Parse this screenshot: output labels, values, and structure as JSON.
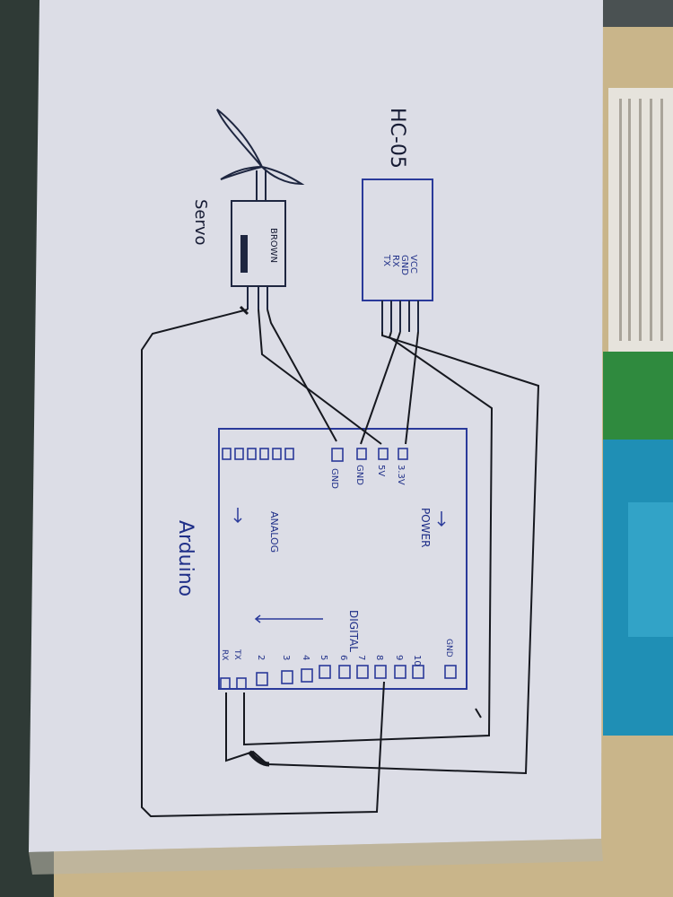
{
  "photo": {
    "subject": "hand-drawn circuit sketch on paper",
    "colors": {
      "paper": "#dcdde6",
      "pen_blue": "#2a3a9a",
      "pen_black": "#16181f",
      "table_wood": "#c9b58a",
      "green_board": "#2f8a3e",
      "blue_board": "#1f8fb5"
    }
  },
  "drawing": {
    "hc05": {
      "title": "HC-05",
      "pins": [
        "VCC",
        "GND",
        "RX",
        "TX"
      ]
    },
    "servo": {
      "title": "Servo",
      "wire_label": "BROWN"
    },
    "arduino": {
      "title": "Arduino",
      "power_label": "POWER",
      "analog_label": "ANALOG",
      "digital_label": "DIGITAL",
      "power_pins": [
        "3.3V",
        "5V",
        "GND",
        "GND"
      ],
      "digital_pins": [
        "GND",
        "10",
        "9",
        "8",
        "7",
        "6",
        "5",
        "4",
        "3",
        "2",
        "TX",
        "RX"
      ]
    }
  }
}
